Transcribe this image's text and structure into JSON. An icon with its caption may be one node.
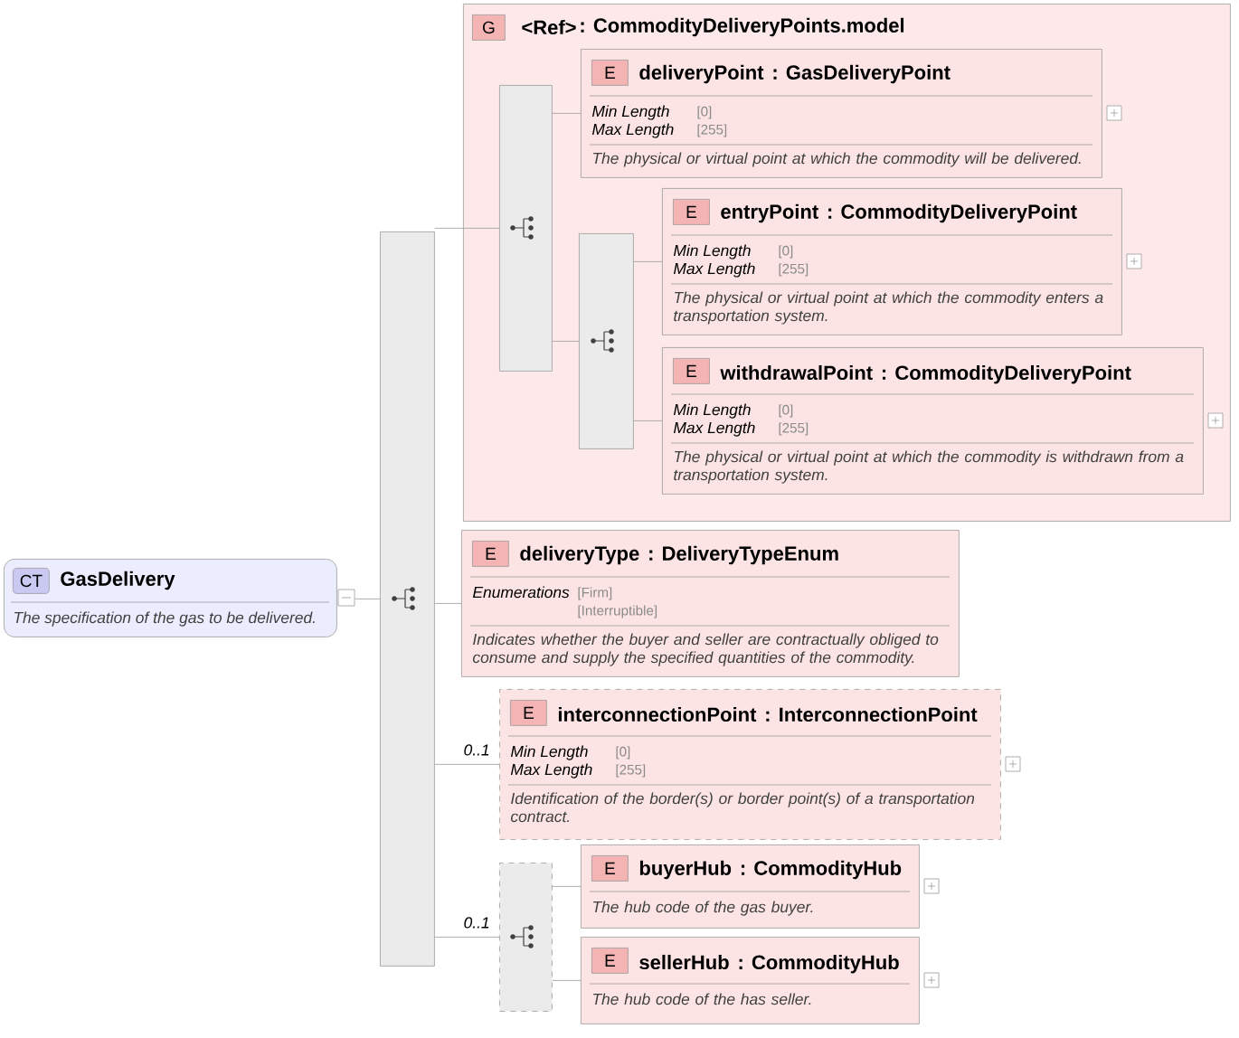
{
  "diagram": {
    "nodes": [
      {
        "text": [
          "CT",
          "GasDelivery",
          "The specification of the gas to be delivered."
        ]
      },
      {
        "text": [],
        "shape": "bar"
      },
      {
        "text": [
          "G",
          "<Ref>",
          ": CommodityDeliveryPoints.model"
        ]
      },
      {
        "text": [],
        "shape": "bar",
        "in": 2
      },
      {
        "text": [
          "E",
          "deliveryPoint",
          ": GasDeliveryPoint",
          "Min Length",
          "[0]",
          "Max Length",
          "[255]",
          "The physical or virtual point at which the commodity will be delivered."
        ],
        "in": 2
      },
      {
        "text": [],
        "shape": "bar",
        "in": 2
      },
      {
        "text": [
          "E",
          "entryPoint",
          ": CommodityDeliveryPoint",
          "Min Length",
          "[0]",
          "Max Length",
          "[255]",
          "The physical or virtual point at which the commodity enters a transportation system."
        ],
        "in": 2
      },
      {
        "text": [
          "E",
          "withdrawalPoint",
          ": CommodityDeliveryPoint",
          "Min Length",
          "[0]",
          "Max Length",
          "[255]",
          "The physical or virtual point at which the commodity is withdrawn from a transportation system."
        ],
        "in": 2
      },
      {
        "text": [
          "E",
          "deliveryType",
          ": DeliveryTypeEnum",
          "Enumerations",
          "[Firm]",
          "[Interruptible]",
          "Indicates whether the buyer and seller are contractually obliged to consume and supply the specified quantities of the commodity."
        ]
      },
      {
        "text": [
          "E",
          "interconnectionPoint",
          ": InterconnectionPoint",
          "Min Length",
          "[0]",
          "Max Length",
          "[255]",
          "Identification of the border(s) or border point(s) of a transportation contract."
        ]
      },
      {
        "text": [],
        "shape": "bar"
      },
      {
        "text": [
          "E",
          "buyerHub",
          ": CommodityHub",
          "The hub code of the gas buyer."
        ]
      },
      {
        "text": [
          "E",
          "sellerHub",
          ": CommodityHub",
          "The hub code of the has seller."
        ]
      }
    ],
    "edges": [
      {
        "from": 0,
        "to": 1,
        "arrow": "none"
      },
      {
        "from": 1,
        "to": 3,
        "arrow": "none"
      },
      {
        "from": 3,
        "to": 4,
        "arrow": "none"
      },
      {
        "from": 3,
        "to": 5,
        "arrow": "none"
      },
      {
        "from": 5,
        "to": 6,
        "arrow": "none"
      },
      {
        "from": 5,
        "to": 7,
        "arrow": "none"
      },
      {
        "from": 1,
        "to": 8,
        "arrow": "none"
      },
      {
        "from": 1,
        "to": 9,
        "arrow": "none",
        "label": "0..1"
      },
      {
        "from": 1,
        "to": 10,
        "arrow": "none",
        "label": "0..1"
      },
      {
        "from": 10,
        "to": 11,
        "arrow": "none"
      },
      {
        "from": 10,
        "to": 12,
        "arrow": "none"
      }
    ]
  }
}
